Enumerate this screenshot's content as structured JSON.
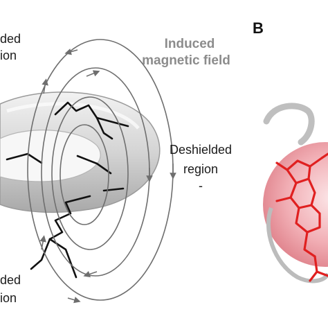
{
  "labels": {
    "shielded_top_line1": "ded",
    "shielded_top_line2": "ion",
    "shielded_bottom_line1": "ded",
    "shielded_bottom_line2": "ion",
    "field_line1": "Induced",
    "field_line2": "magnetic field",
    "deshielded_line1": "Deshielded",
    "deshielded_line2": "region",
    "deshielded_sign": "-",
    "panel_b": "B"
  },
  "colors": {
    "field_lines": "#6e6e6e",
    "field_label": "#8c8c8c",
    "ring": "#c9c9c9",
    "molecule": "#111111",
    "sphere": "#e88a93",
    "porphyrin": "#e02020"
  }
}
